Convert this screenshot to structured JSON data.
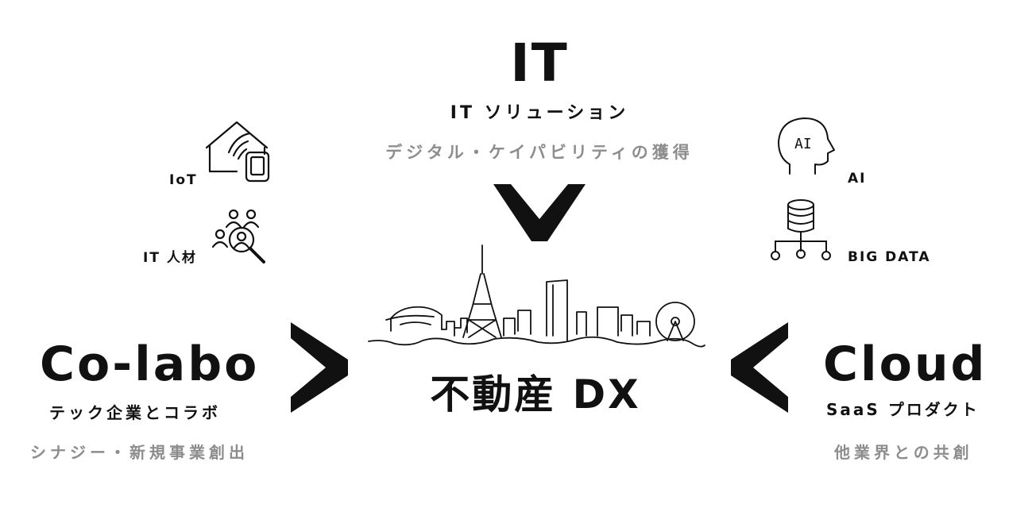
{
  "top": {
    "title": "IT",
    "subtitle": "IT ソリューション",
    "caption": "デジタル・ケイパビリティの獲得"
  },
  "left": {
    "title": "Co-labo",
    "subtitle": "テック企業とコラボ",
    "caption": "シナジー・新規事業創出",
    "items": [
      {
        "label": "IoT",
        "icon": "iot-house-device-icon"
      },
      {
        "label": "IT 人材",
        "icon": "people-search-icon"
      }
    ]
  },
  "right": {
    "title": "Cloud",
    "subtitle": "SaaS プロダクト",
    "caption": "他業界との共創",
    "items": [
      {
        "label": "AI",
        "icon": "ai-head-icon"
      },
      {
        "label": "BIG DATA",
        "icon": "database-icon"
      }
    ]
  },
  "center": {
    "title": "不動産 DX",
    "illustration": "city-skyline-icon"
  },
  "colors": {
    "text": "#111111",
    "caption": "#8d8d8d",
    "background": "#ffffff"
  }
}
